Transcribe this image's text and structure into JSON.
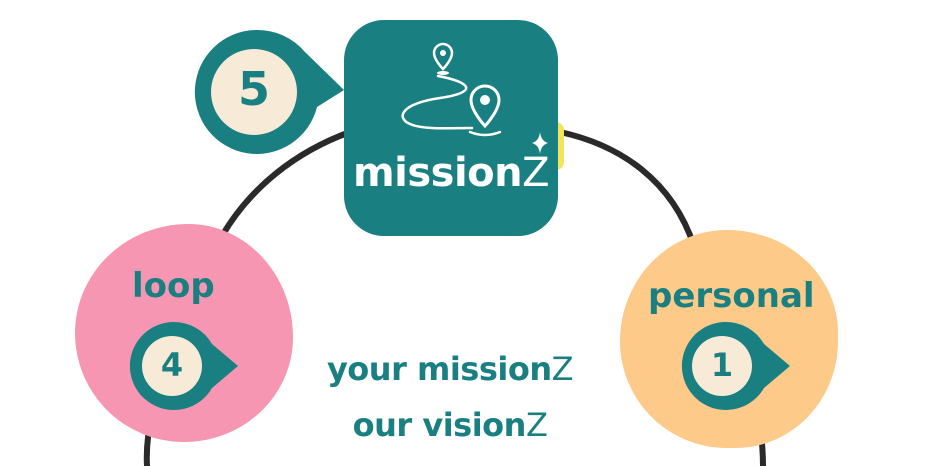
{
  "brand": {
    "name": "mission",
    "suffix": "Z"
  },
  "nodes": {
    "loop": {
      "label": "loop",
      "number": "4"
    },
    "personal": {
      "label": "personal",
      "number": "1"
    },
    "mission": {
      "number": "5"
    }
  },
  "tagline": {
    "line1": {
      "text": "your mission",
      "suffix": "Z"
    },
    "line2": {
      "text": "our vision",
      "suffix": "Z"
    }
  },
  "colors": {
    "teal": "#1a7f80",
    "cream": "#f7ead6",
    "pink": "#f796b2",
    "peach": "#fdca8a",
    "arrow": "#2a2a2a",
    "white": "#ffffff"
  },
  "icons": {
    "card": "route-map-pin-icon",
    "sparkle": "sparkle-icon",
    "badge": "teardrop-number-badge-icon"
  }
}
